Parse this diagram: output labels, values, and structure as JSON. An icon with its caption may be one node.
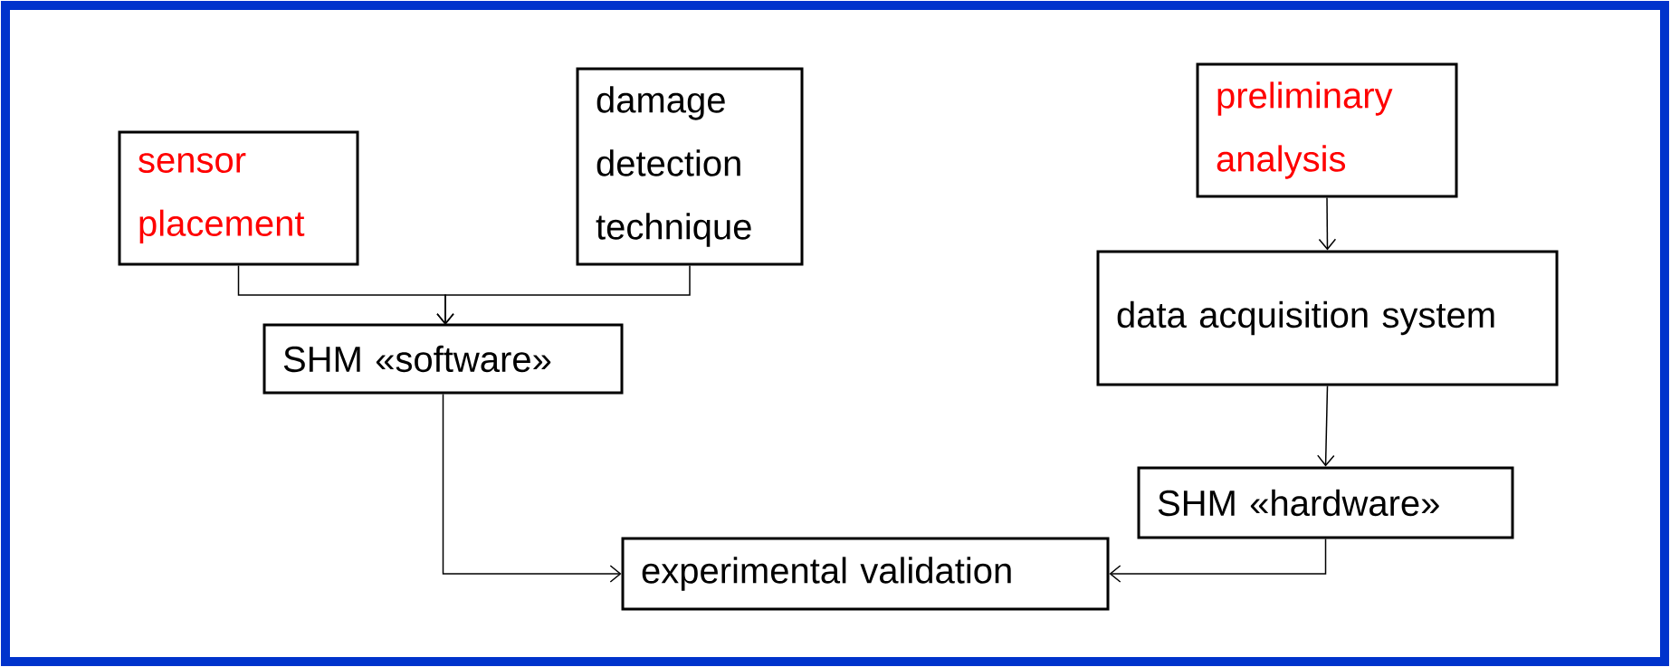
{
  "diagram": {
    "nodes": [
      {
        "text": [
          "sensor placement"
        ]
      },
      {
        "text": [
          "damage detection technique"
        ]
      },
      {
        "text": [
          "preliminary analysis"
        ]
      },
      {
        "text": [
          "SHM «software»"
        ]
      },
      {
        "text": [
          "data acquisition system"
        ]
      },
      {
        "text": [
          "SHM «hardware»"
        ]
      },
      {
        "text": [
          "experimental validation"
        ]
      }
    ],
    "edges": [
      {
        "from": 0,
        "to": 3,
        "arrow": "to"
      },
      {
        "from": 1,
        "to": 3,
        "arrow": "to"
      },
      {
        "from": 2,
        "to": 4,
        "arrow": "to"
      },
      {
        "from": 4,
        "to": 5,
        "arrow": "to"
      },
      {
        "from": 3,
        "to": 6,
        "arrow": "to"
      },
      {
        "from": 5,
        "to": 6,
        "arrow": "to"
      }
    ]
  }
}
